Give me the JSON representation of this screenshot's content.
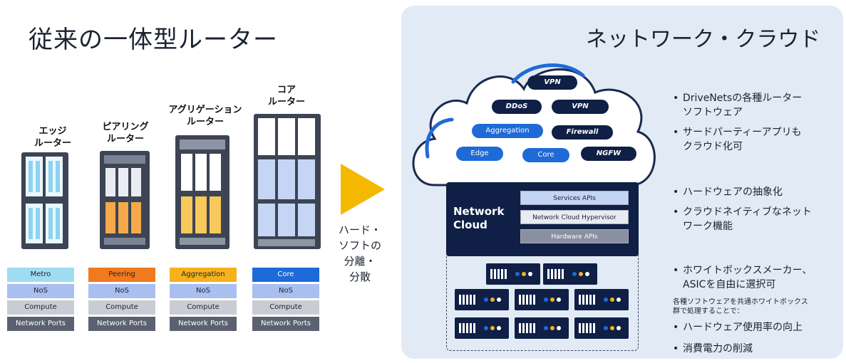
{
  "left_title": "従来の一体型ルーター",
  "routers": [
    {
      "title_lines": [
        "エッジ",
        "ルーター"
      ],
      "role": "Metro",
      "role_color": "#9fdcf2",
      "role_text_color": "#1b2230"
    },
    {
      "title_lines": [
        "ピアリング",
        "ルーター"
      ],
      "role": "Peering",
      "role_color": "#f07a1e",
      "role_text_color": "#1b2230"
    },
    {
      "title_lines": [
        "アグリゲーション",
        "ルーター"
      ],
      "role": "Aggregation",
      "role_color": "#f5b21c",
      "role_text_color": "#1b2230"
    },
    {
      "title_lines": [
        "コア",
        "ルーター"
      ],
      "role": "Core",
      "role_color": "#1e6ad6",
      "role_text_color": "#ffffff"
    }
  ],
  "stack_layers": [
    "NoS",
    "Compute",
    "Network Ports"
  ],
  "arrow_label_lines": [
    "ハード・",
    "ソフトの",
    "分離・",
    "分散"
  ],
  "right_title": "ネットワーク・クラウド",
  "cloud_pills": [
    {
      "label": "VPN",
      "style": "dark"
    },
    {
      "label": "DDoS",
      "style": "dark"
    },
    {
      "label": "VPN",
      "style": "dark"
    },
    {
      "label": "Aggregation",
      "style": "blue"
    },
    {
      "label": "Firewall",
      "style": "dark"
    },
    {
      "label": "Edge",
      "style": "blue"
    },
    {
      "label": "Core",
      "style": "blue"
    },
    {
      "label": "NGFW",
      "style": "dark"
    }
  ],
  "network_cloud": {
    "label_lines": [
      "Network",
      "Cloud"
    ],
    "apis": [
      "Services APIs",
      "Network Cloud Hypervisor",
      "Hardware APIs"
    ]
  },
  "bullets_group1": [
    {
      "lines": [
        "DriveNetsの各種ルーター",
        "ソフトウェア"
      ]
    },
    {
      "lines": [
        "サードパーティーアプリも",
        "クラウド化可"
      ]
    }
  ],
  "bullets_group2": [
    {
      "lines": [
        "ハードウェアの抽象化"
      ]
    },
    {
      "lines": [
        "クラウドネイティブなネット",
        "ワーク機能"
      ]
    }
  ],
  "bullets_group3": [
    {
      "lines": [
        "ホワイトボックスメーカー、",
        "ASICを自由に選択可"
      ]
    }
  ],
  "note_lines": [
    "各種ソフトウェアを共通ホワイトボックス",
    "群で処理することで："
  ],
  "bullets_group4": [
    {
      "lines": [
        "ハードウェア使用率の向上"
      ]
    },
    {
      "lines": [
        "消費電力の削減"
      ]
    }
  ],
  "colors": {
    "navy": "#0f1f45",
    "blue": "#1e6ad6",
    "panel": "#e2eaf5",
    "arrow": "#f5b800",
    "nos": "#a9bff0",
    "compute": "#c9ccd3",
    "ports": "#5b6170"
  }
}
